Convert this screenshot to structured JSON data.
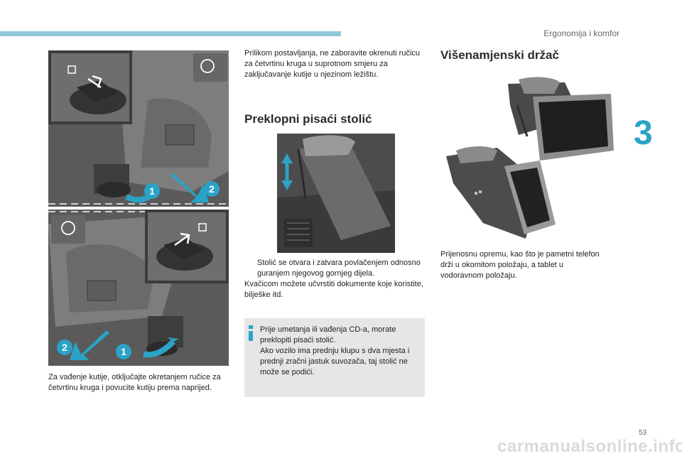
{
  "header": {
    "section_title": "Ergonomija i komfor",
    "chapter_number": "3",
    "page_number": "53",
    "accent_color": "#8ec8d8",
    "chapter_color": "#2aa3c6"
  },
  "left_column": {
    "figure_top": {
      "callout_1": "1",
      "callout_2": "2"
    },
    "figure_bottom": {
      "callout_1": "1",
      "callout_2": "2"
    },
    "caption": "Za vađenje kutije, otključajte okretanjem ručice za četvrtinu kruga i povucite kutiju prema naprijed."
  },
  "middle_column": {
    "intro": "Prilikom postavljanja, ne zaboravite okrenuti ručicu za četvrtinu kruga u suprotnom smjeru za zaključavanje kutije u njezinom ležištu.",
    "heading": "Preklopni pisaći stolić",
    "bullet_symbol": "",
    "bullet_text": "Stolić se otvara i zatvara povlačenjem odnosno guranjem njegovog gornjeg dijela.",
    "paragraph": "Kvačicom možete učvrstiti dokumente koje koristite, bilješke itd.",
    "note": {
      "icon": "info-icon",
      "line1": "Prije umetanja ili vađenja CD-a, morate preklopiti pisaći stolić.",
      "line2": "Ako vozilo ima prednju klupu s dva mjesta i prednji zračni jastuk suvozača, taj stolić ne može se podići."
    }
  },
  "right_column": {
    "heading": "Višenamjenski držač",
    "caption": "Prijenosnu opremu, kao što je pametni telefon drži u okomitom položaju, a tablet u vodoravnom položaju."
  },
  "watermark": "carmanualsonline.info"
}
